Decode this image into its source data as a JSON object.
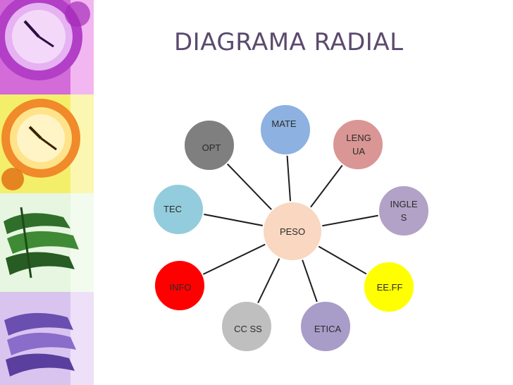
{
  "title": "DIAGRAMA RADIAL",
  "center": {
    "label": "PESO",
    "color": "#f9d7c0"
  },
  "nodes": [
    {
      "id": "mate",
      "lines": [
        "MATE"
      ],
      "color": "#8db1e0"
    },
    {
      "id": "lengua",
      "lines": [
        "LENG",
        "UA"
      ],
      "color": "#d99694"
    },
    {
      "id": "ingles",
      "lines": [
        "INGLE",
        "S"
      ],
      "color": "#b3a2c7"
    },
    {
      "id": "eeff",
      "lines": [
        "EE.FF"
      ],
      "color": "#ffff00"
    },
    {
      "id": "etica",
      "lines": [
        "ETICA"
      ],
      "color": "#a89cc8"
    },
    {
      "id": "ccss",
      "lines": [
        "CC SS"
      ],
      "color": "#bfbfbf"
    },
    {
      "id": "info",
      "lines": [
        "INFO"
      ],
      "color": "#ff0000"
    },
    {
      "id": "tec",
      "lines": [
        "TEC"
      ],
      "color": "#93cddd"
    },
    {
      "id": "opt",
      "lines": [
        "OPT"
      ],
      "color": "#7f7f7f"
    }
  ]
}
